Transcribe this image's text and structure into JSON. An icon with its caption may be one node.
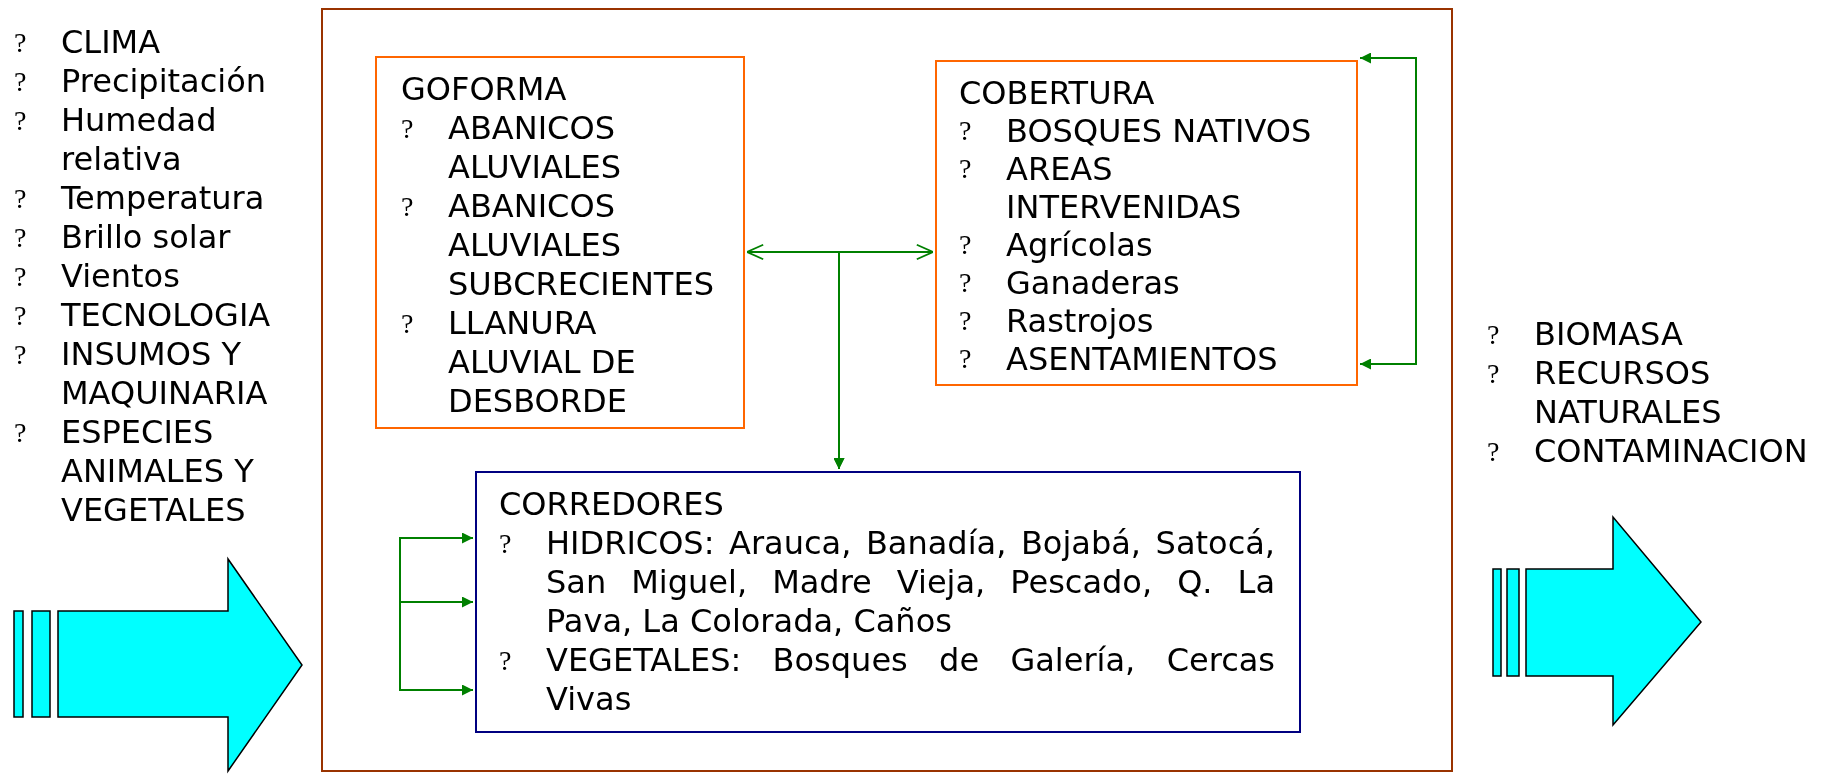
{
  "diagram": {
    "nodes": [
      {
        "text": [],
        "shape": "box"
      },
      {
        "text": [
          "GOFORMA",
          "?",
          "ABANICOS ALUVIALES",
          "?",
          "ABANICOS ALUVIALES SUBCRECIENTES",
          "?",
          "LLANURA ALUVIAL DE DESBORDE"
        ],
        "in": 0
      },
      {
        "text": [
          "COBERTURA",
          "?",
          "BOSQUES NATIVOS",
          "?",
          "AREAS INTERVENIDAS",
          "?",
          "Agrícolas",
          "?",
          "Ganaderas",
          "?",
          "Rastrojos",
          "?",
          "ASENTAMIENTOS"
        ],
        "in": 0
      },
      {
        "text": [
          "CORREDORES",
          "?",
          "HIDRICOS: Arauca, Banadía, Bojabá, Satocá, San Miguel, Madre Vieja, Pescado, Q. La Pava, La Colorada, Caños",
          "?",
          "VEGETALES: Bosques de Galería, Cercas Vivas"
        ],
        "in": 0
      }
    ],
    "edges": [
      {
        "from": 1,
        "to": 2,
        "arrow": "both"
      },
      {
        "from": 1,
        "to": 3,
        "arrow": "to"
      },
      {
        "from": 2,
        "to": 3,
        "arrow": "to"
      },
      {
        "from": 2,
        "to": 2,
        "arrow": "both"
      },
      {
        "from": null,
        "to": 3,
        "arrow": "to"
      },
      {
        "from": null,
        "to": 3,
        "arrow": "to"
      },
      {
        "from": null,
        "to": 3,
        "arrow": "to"
      }
    ],
    "labels": [
      "?",
      "CLIMA",
      "?",
      "Precipitación",
      "?",
      "Humedad relativa",
      "?",
      "Temperatura",
      "?",
      "Brillo solar",
      "?",
      "Vientos",
      "?",
      "TECNOLOGIA",
      "?",
      "INSUMOS Y MAQUINARIA",
      "?",
      "ESPECIES ANIMALES Y VEGETALES",
      "?",
      "BIOMASA",
      "?",
      "RECURSOS NATURALES",
      "?",
      "CONTAMINACION"
    ]
  }
}
